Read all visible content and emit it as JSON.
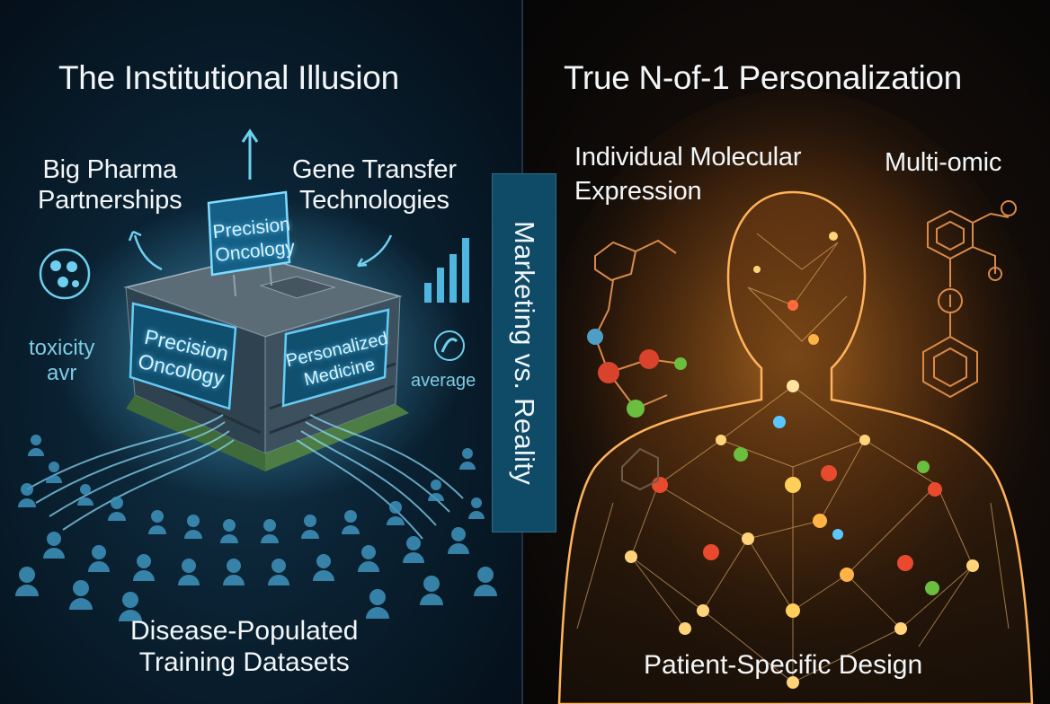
{
  "left_panel": {
    "title": "The Institutional Illusion",
    "label_top_left": "Big Pharma\nPartnerships",
    "label_top_right": "Gene Transfer\nTechnologies",
    "sign_top": "Precision\nOncology",
    "sign_front": "Precision\nOncology",
    "sign_side": "Personalized\nMedicine",
    "label_toxicity": "toxicity\navr",
    "label_average": "average",
    "label_bottom": "Disease-Populated\nTraining Datasets"
  },
  "divider": {
    "label": "Marketing vs. Reality"
  },
  "right_panel": {
    "title": "True N-of-1 Personalization",
    "label_molecular": "Individual Molecular\nExpression",
    "label_multiomic": "Multi-omic",
    "label_bottom": "Patient-Specific Design"
  },
  "colors": {
    "left_accent": "#4fc3f7",
    "right_accent": "#ffb347"
  }
}
